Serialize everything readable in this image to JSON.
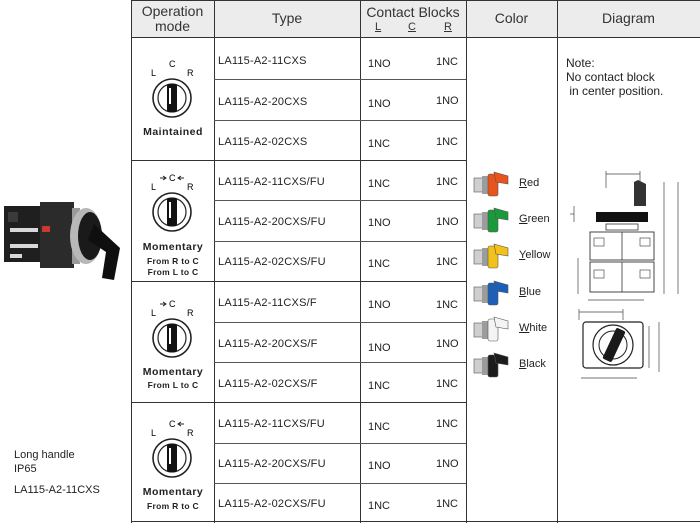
{
  "header": {
    "operation_mode": "Operation\nmode",
    "type": "Type",
    "contact_blocks": "Contact Blocks",
    "contact_L": "L",
    "contact_C": "C",
    "contact_R": "R",
    "color": "Color",
    "diagram": "Diagram"
  },
  "modes": [
    {
      "label": "Maintained",
      "sub": "",
      "switch_labels": [
        "L",
        "C",
        "R"
      ]
    },
    {
      "label": "Momentary",
      "sub": "From R to C\nFrom L to C",
      "switch_labels": [
        "L",
        "C",
        "R"
      ]
    },
    {
      "label": "Momentary",
      "sub": "From L to C",
      "switch_labels": [
        "L",
        "C",
        "R"
      ]
    },
    {
      "label": "Momentary",
      "sub": "From R to C",
      "switch_labels": [
        "L",
        "C",
        "R"
      ]
    }
  ],
  "rows": [
    {
      "type": "LA115-A2-11CXS",
      "c1": "1NO",
      "c2": "1NC"
    },
    {
      "type": "LA115-A2-20CXS",
      "c1": "1NO",
      "c2": "1NO"
    },
    {
      "type": "LA115-A2-02CXS",
      "c1": "1NC",
      "c2": "1NC"
    },
    {
      "type": "LA115-A2-11CXS/FU",
      "c1": "1NC",
      "c2": "1NC"
    },
    {
      "type": "LA115-A2-20CXS/FU",
      "c1": "1NO",
      "c2": "1NO"
    },
    {
      "type": "LA115-A2-02CXS/FU",
      "c1": "1NC",
      "c2": "1NC"
    },
    {
      "type": "LA115-A2-11CXS/F",
      "c1": "1NO",
      "c2": "1NC"
    },
    {
      "type": "LA115-A2-20CXS/F",
      "c1": "1NO",
      "c2": "1NO"
    },
    {
      "type": "LA115-A2-02CXS/F",
      "c1": "1NC",
      "c2": "1NC"
    },
    {
      "type": "LA115-A2-11CXS/FU",
      "c1": "1NC",
      "c2": "1NC"
    },
    {
      "type": "LA115-A2-20CXS/FU",
      "c1": "1NO",
      "c2": "1NO"
    },
    {
      "type": "LA115-A2-02CXS/FU",
      "c1": "1NC",
      "c2": "1NC"
    }
  ],
  "colors": [
    {
      "first": "R",
      "rest": "ed",
      "hex": "#e8541c"
    },
    {
      "first": "G",
      "rest": "reen",
      "hex": "#1a9a3a"
    },
    {
      "first": "Y",
      "rest": "ellow",
      "hex": "#f2c21a"
    },
    {
      "first": "B",
      "rest": "lue",
      "hex": "#1b5fb8"
    },
    {
      "first": "W",
      "rest": "hite",
      "hex": "#f4f4f4"
    },
    {
      "first": "B",
      "rest": "lack",
      "hex": "#1c1c1c"
    }
  ],
  "note": "Note:\nNo contact block\n in center position.",
  "product": {
    "line1": "Long handle",
    "line2": "IP65",
    "line3": "LA115-A2-11CXS"
  }
}
